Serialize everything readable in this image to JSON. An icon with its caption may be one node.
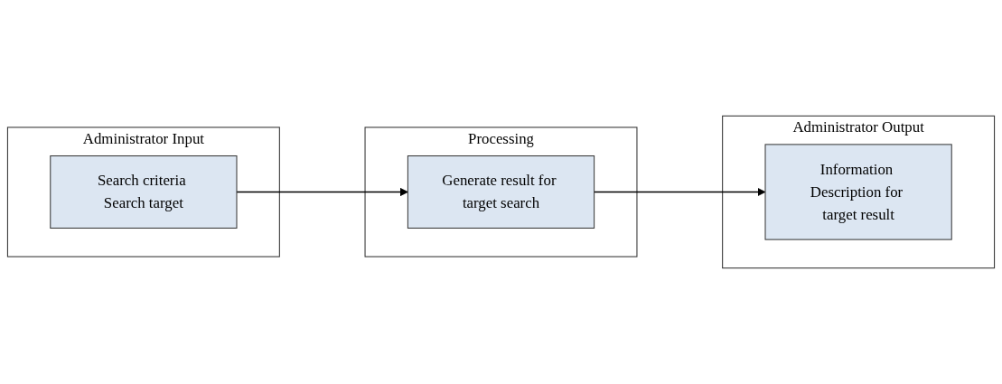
{
  "diagram": {
    "nodes": [
      {
        "text": [
          "Administrator Input"
        ]
      },
      {
        "text": [
          "Search criteria Search target"
        ],
        "in": 0
      },
      {
        "text": [
          "Processing"
        ]
      },
      {
        "text": [
          "Generate result for target search"
        ],
        "in": 2
      },
      {
        "text": [
          "Administrator Output"
        ]
      },
      {
        "text": [
          "Information Description for target result"
        ],
        "in": 4
      }
    ],
    "edges": [
      {
        "from": 1,
        "to": 3,
        "arrow": "to"
      },
      {
        "from": 3,
        "to": 5,
        "arrow": "to"
      }
    ]
  }
}
